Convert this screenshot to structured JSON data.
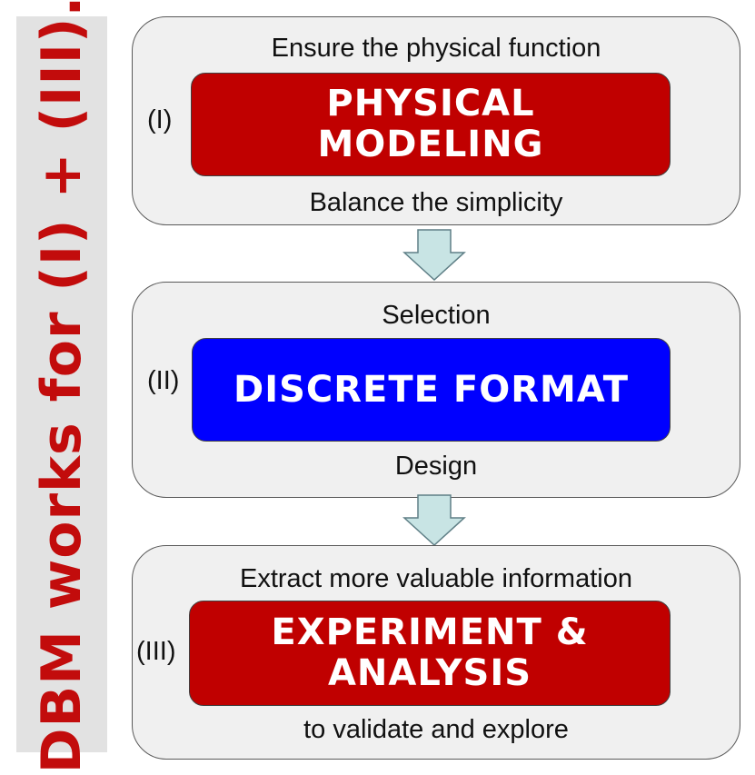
{
  "side_banner": {
    "text": "DBM works for (I) + (III)."
  },
  "stages": [
    {
      "numeral": "(I)",
      "top_caption": "Ensure the physical function",
      "core_lines": [
        "PHYSICAL",
        "MODELING"
      ],
      "bottom_caption": "Balance the simplicity",
      "core_color": "#c00000"
    },
    {
      "numeral": "(II)",
      "top_caption": "Selection",
      "core_lines": [
        "DISCRETE FORMAT"
      ],
      "bottom_caption": "Design",
      "core_color": "#0000ff"
    },
    {
      "numeral": "(III)",
      "top_caption": "Extract more valuable information",
      "core_lines": [
        "EXPERIMENT &",
        "ANALYSIS"
      ],
      "bottom_caption": "to validate and explore",
      "core_color": "#c00000"
    }
  ],
  "colors": {
    "banner_text": "#c20c0c",
    "banner_background": "#e2e2e2",
    "stage_background": "#f0f0f0",
    "arrow_fill": "#c8e4e4"
  },
  "icons": [
    "down-arrow-icon"
  ]
}
